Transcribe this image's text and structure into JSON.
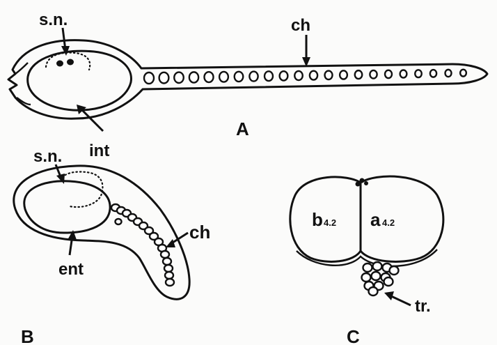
{
  "panel_labels": {
    "a": "A",
    "b": "B",
    "c": "C"
  },
  "panel_a": {
    "sn": "s.n.",
    "int": "int",
    "ch": "ch"
  },
  "panel_b": {
    "sn": "s.n.",
    "ent": "ent",
    "ch": "ch"
  },
  "panel_c": {
    "b_label": "b",
    "b_sub": "4.2",
    "a_label": "a",
    "a_sub": "4.2",
    "tr": "tr."
  }
}
